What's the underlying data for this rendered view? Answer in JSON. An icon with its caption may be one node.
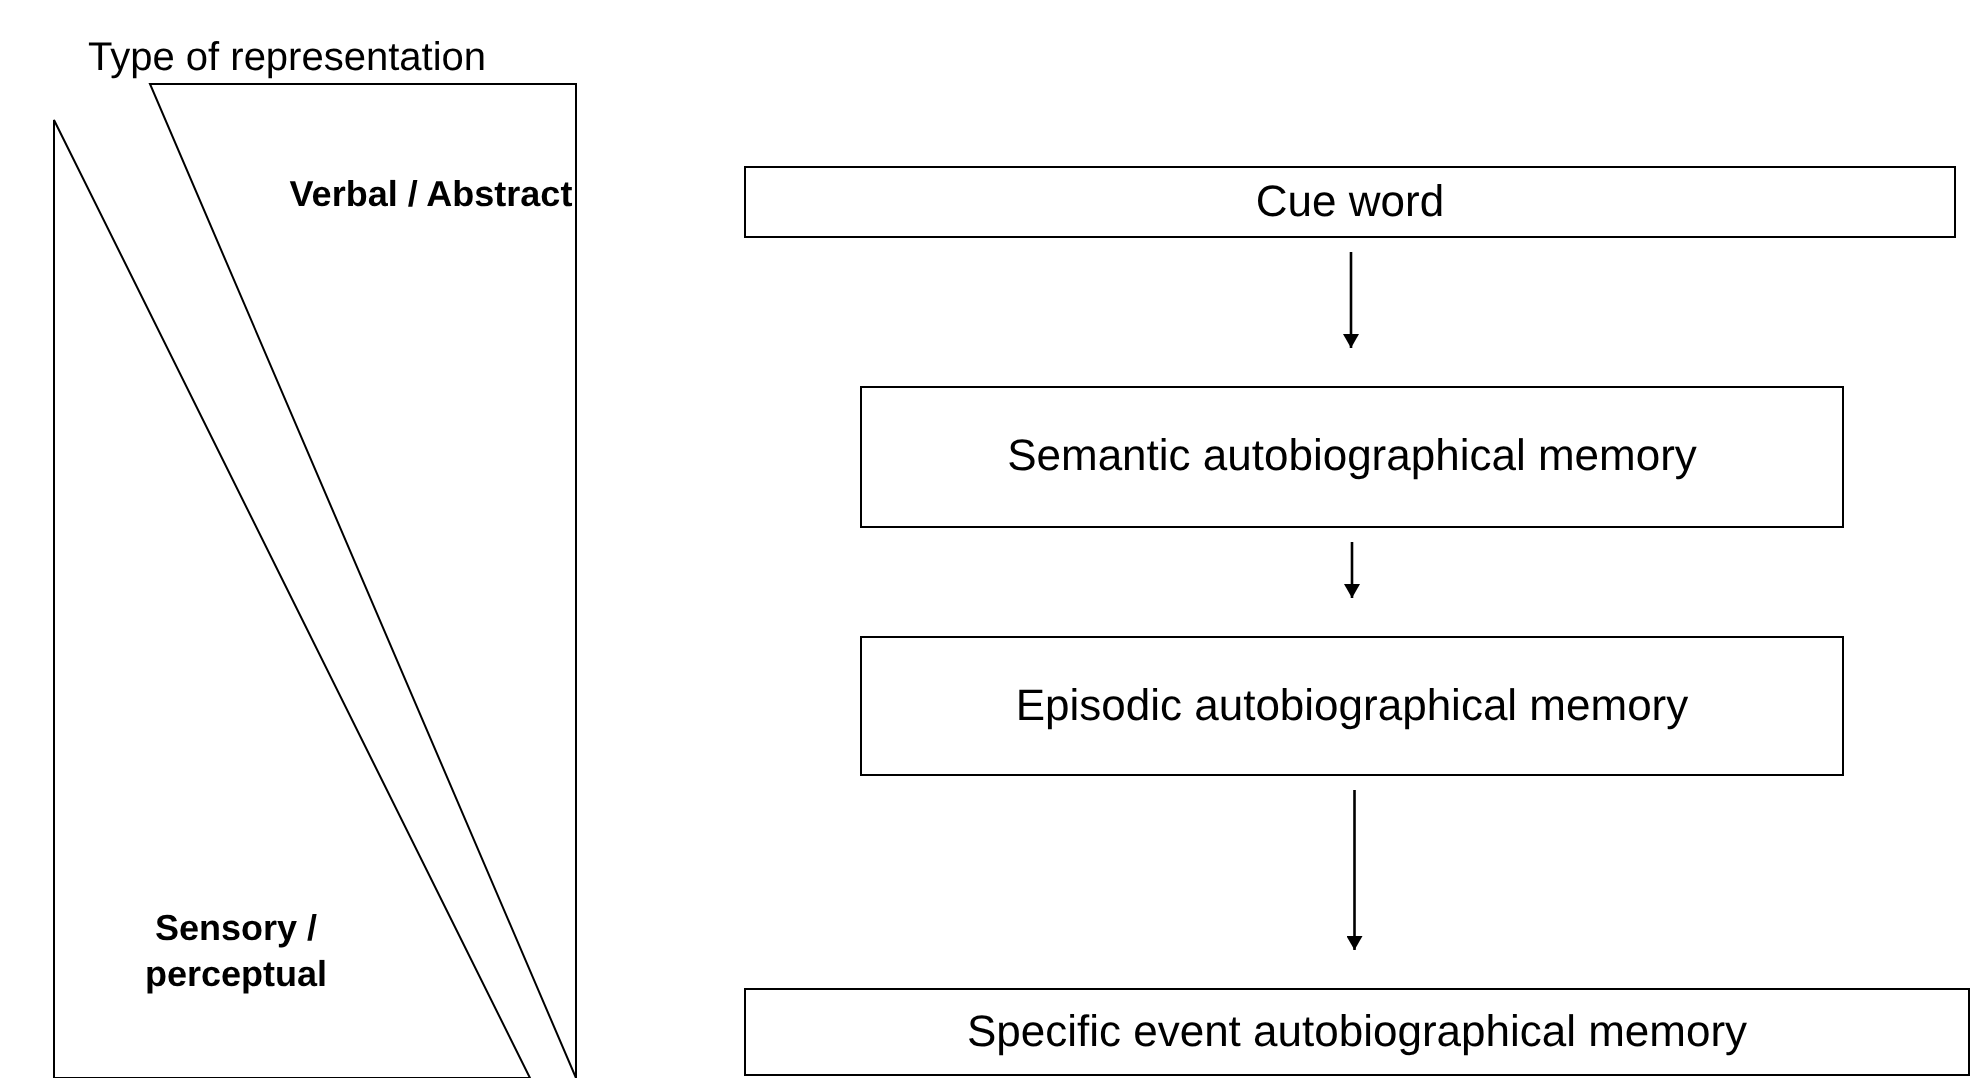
{
  "diagram": {
    "title": "Type of representation",
    "nodes": [
      {
        "text": [
          "Verbal / Abstract"
        ]
      },
      {
        "text": [
          "Sensory / perceptual"
        ]
      },
      {
        "text": [
          "Cue word"
        ]
      },
      {
        "text": [
          "Semantic autobiographical memory"
        ]
      },
      {
        "text": [
          "Episodic autobiographical memory"
        ]
      },
      {
        "text": [
          "Specific event autobiographical memory"
        ]
      }
    ],
    "edges": [
      {
        "from": 2,
        "to": 3,
        "arrow": "to"
      },
      {
        "from": 3,
        "to": 4,
        "arrow": "to"
      },
      {
        "from": 4,
        "to": 5,
        "arrow": "to"
      }
    ]
  }
}
